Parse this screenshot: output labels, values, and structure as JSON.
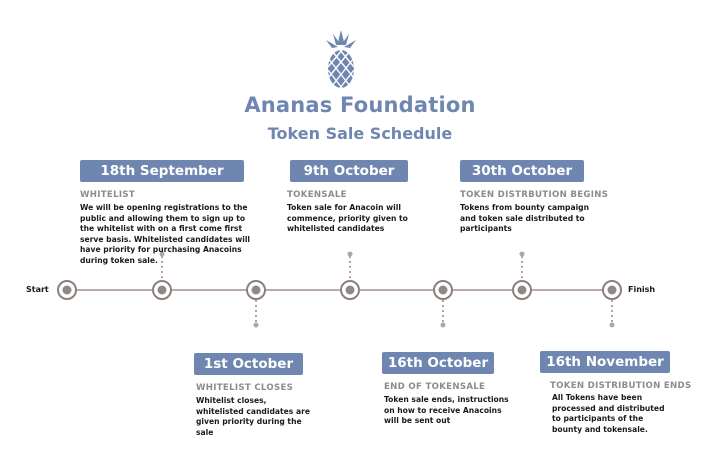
{
  "header": {
    "org_name": "Ananas Foundation",
    "doc_title": "Token Sale Schedule"
  },
  "timeline": {
    "start_label": "Start",
    "finish_label": "Finish",
    "events": [
      {
        "date": "18th September",
        "title": "WHITELIST",
        "description": "We will be opening registrations to the public and allowing them to sign up to the whitelist with on a first come first serve basis. Whitelisted candidates will have priority for purchasing Anacoins during token sale."
      },
      {
        "date": "1st October",
        "title": "WHITELIST CLOSES",
        "description": "Whitelist closes, whitelisted candidates are given priority during the sale"
      },
      {
        "date": "9th October",
        "title": "TOKENSALE",
        "description": "Token sale for Anacoin will commence, priority given to whitelisted candidates"
      },
      {
        "date": "16th October",
        "title": "END OF TOKENSALE",
        "description": "Token sale ends, instructions on how to receive Anacoins will be sent out"
      },
      {
        "date": "30th October",
        "title": "TOKEN DISTRBUTION BEGINS",
        "description": "Tokens from bounty campaign and token sale distributed to participants"
      },
      {
        "date": "16th November",
        "title": "TOKEN DISTRIBUTION ENDS",
        "description": "All Tokens have been processed and distributed to participants of the bounty and tokensale."
      }
    ]
  },
  "colors": {
    "accent": "#6f86b1",
    "line": "#b7aca8",
    "node_ring": "#8f7f7a",
    "node_center": "#8a8a8a",
    "connector": "#a8a8a8"
  }
}
